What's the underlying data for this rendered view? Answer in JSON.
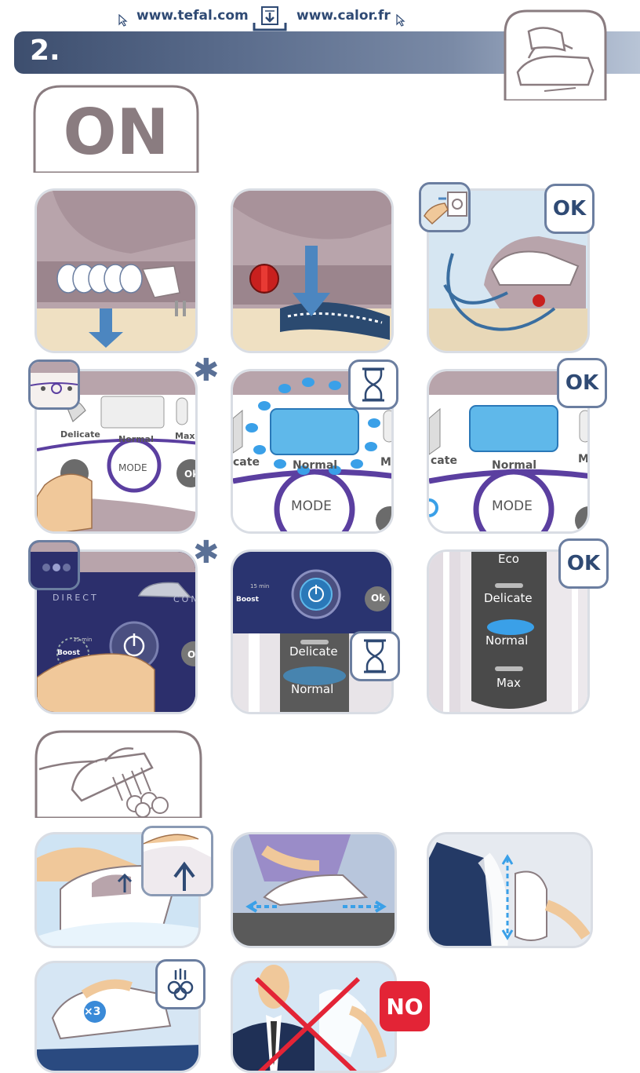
{
  "links": {
    "left": "www.tefal.com",
    "right": "www.calor.fr"
  },
  "section": {
    "number": "2."
  },
  "on_label": "ON",
  "badges": {
    "ok": "OK",
    "no": "NO",
    "times": "×3"
  },
  "control_labels": {
    "delicate_small": "Delicate",
    "normal": "Normal",
    "max": "Max",
    "mode": "MODE",
    "ok_btn": "Ok",
    "cate": "cate",
    "ma": "Ma",
    "direct": "DIRECT",
    "con": "CON",
    "boost": "Boost",
    "min15": "15 min",
    "eco": "Eco",
    "delicate": "Delicate"
  },
  "colors": {
    "navy": "#2f4a74",
    "accent_blue": "#3aa0e8",
    "no_red": "#e32436",
    "mode_ring": "#5b3fa0"
  }
}
